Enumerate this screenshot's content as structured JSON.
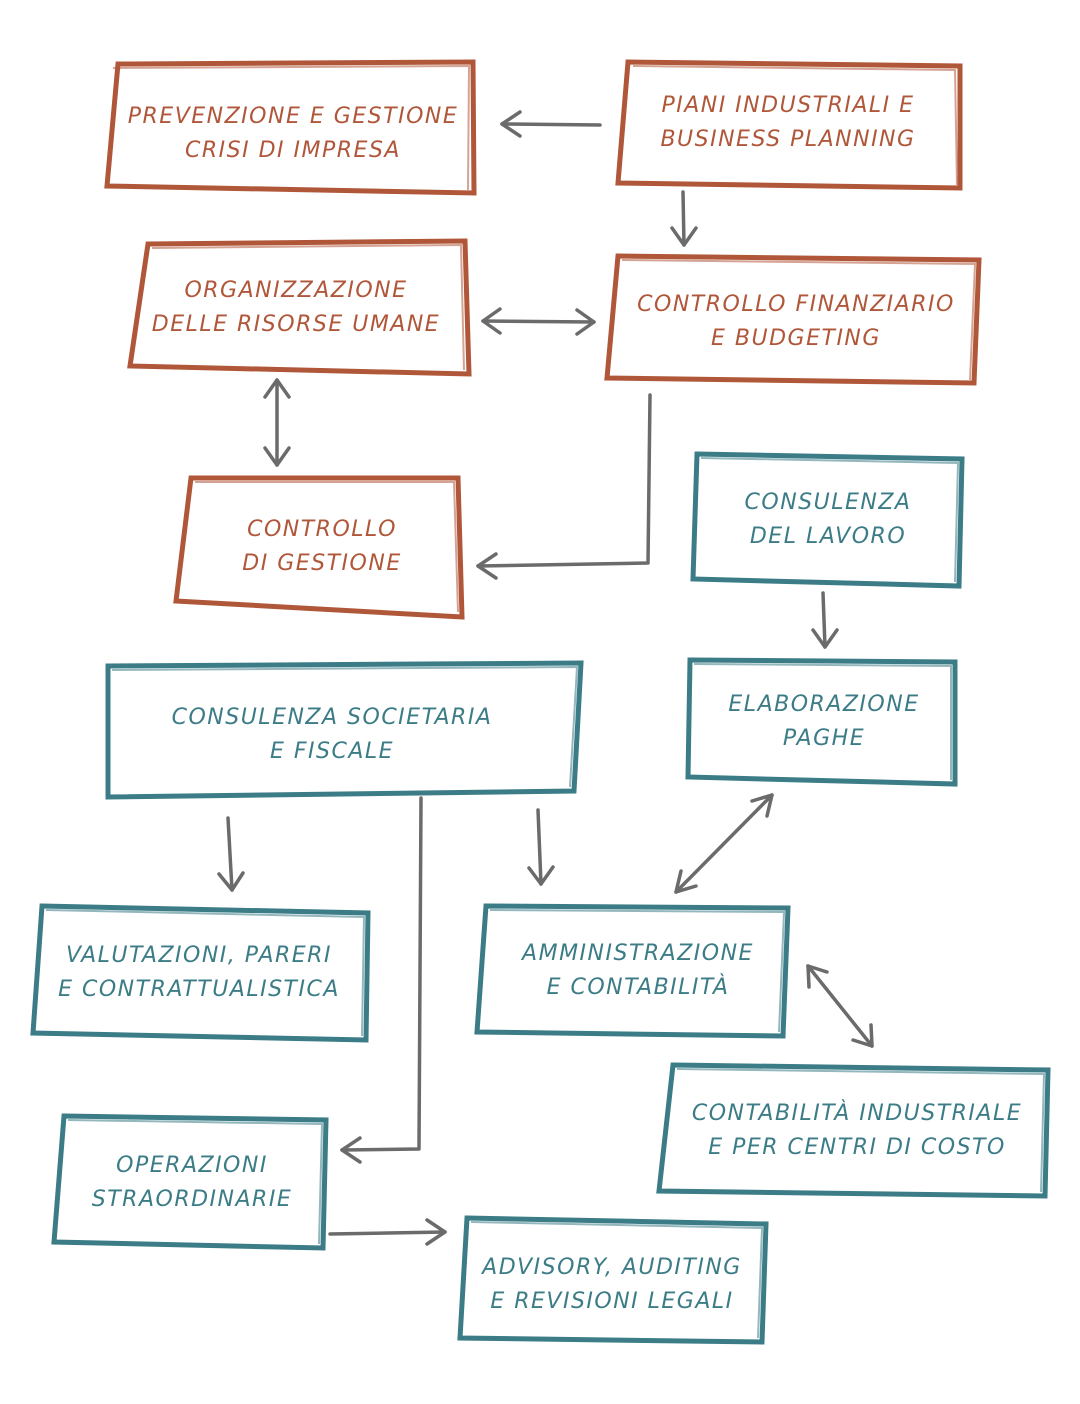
{
  "colors": {
    "rust": "#b0573a",
    "teal": "#3b7c86",
    "arrow": "#6b6b6b"
  },
  "nodes": {
    "prevenzione": {
      "line1": "PREVENZIONE E GESTIONE",
      "line2": "CRISI DI IMPRESA",
      "color": "rust"
    },
    "piani": {
      "line1": "PIANI INDUSTRIALI E",
      "line2": "BUSINESS PLANNING",
      "color": "rust"
    },
    "organizzazione": {
      "line1": "ORGANIZZAZIONE",
      "line2": "DELLE RISORSE UMANE",
      "color": "rust"
    },
    "controllo_finanziario": {
      "line1": "CONTROLLO FINANZIARIO",
      "line2": "E BUDGETING",
      "color": "rust"
    },
    "controllo_gestione": {
      "line1": "CONTROLLO",
      "line2": "DI GESTIONE",
      "color": "rust"
    },
    "consulenza_lavoro": {
      "line1": "CONSULENZA",
      "line2": "DEL LAVORO",
      "color": "teal"
    },
    "consulenza_societaria": {
      "line1": "CONSULENZA SOCIETARIA",
      "line2": "E FISCALE",
      "color": "teal"
    },
    "elaborazione_paghe": {
      "line1": "ELABORAZIONE",
      "line2": "PAGHE",
      "color": "teal"
    },
    "valutazioni": {
      "line1": "VALUTAZIONI, PARERI",
      "line2": "E CONTRATTUALISTICA",
      "color": "teal"
    },
    "amministrazione": {
      "line1": "AMMINISTRAZIONE",
      "line2": "E CONTABILITÀ",
      "color": "teal"
    },
    "contabilita_industriale": {
      "line1": "CONTABILITÀ INDUSTRIALE",
      "line2": "E PER CENTRI DI COSTO",
      "color": "teal"
    },
    "operazioni": {
      "line1": "OPERAZIONI",
      "line2": "STRAORDINARIE",
      "color": "teal"
    },
    "advisory": {
      "line1": "ADVISORY, AUDITING",
      "line2": "E REVISIONI LEGALI",
      "color": "teal"
    }
  },
  "connections": [
    {
      "from": "piani",
      "to": "prevenzione",
      "direction": "one-way"
    },
    {
      "from": "piani",
      "to": "controllo_finanziario",
      "direction": "one-way"
    },
    {
      "from": "organizzazione",
      "to": "controllo_finanziario",
      "direction": "two-way"
    },
    {
      "from": "organizzazione",
      "to": "controllo_gestione",
      "direction": "two-way"
    },
    {
      "from": "controllo_finanziario",
      "to": "controllo_gestione",
      "direction": "one-way"
    },
    {
      "from": "consulenza_lavoro",
      "to": "elaborazione_paghe",
      "direction": "one-way"
    },
    {
      "from": "elaborazione_paghe",
      "to": "amministrazione",
      "direction": "two-way"
    },
    {
      "from": "consulenza_societaria",
      "to": "valutazioni",
      "direction": "one-way"
    },
    {
      "from": "consulenza_societaria",
      "to": "amministrazione",
      "direction": "one-way"
    },
    {
      "from": "consulenza_societaria",
      "to": "operazioni",
      "direction": "one-way"
    },
    {
      "from": "amministrazione",
      "to": "contabilita_industriale",
      "direction": "two-way"
    },
    {
      "from": "operazioni",
      "to": "advisory",
      "direction": "one-way"
    }
  ]
}
